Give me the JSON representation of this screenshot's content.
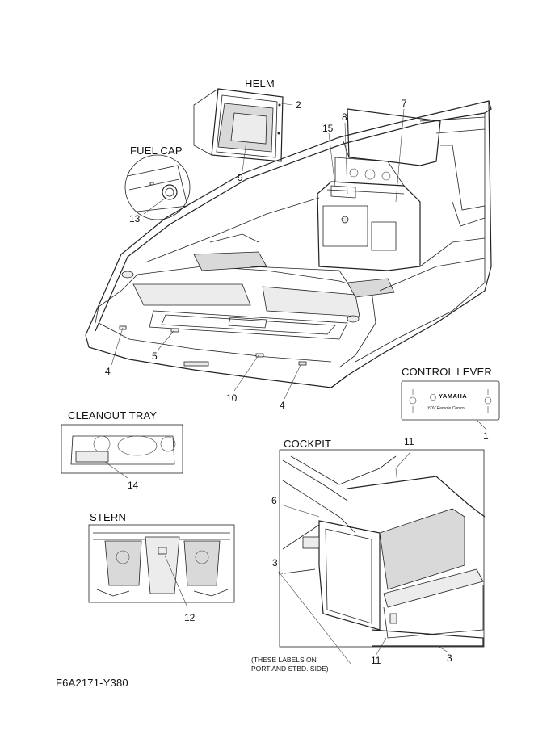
{
  "labels": {
    "helm": "HELM",
    "fuel_cap": "FUEL CAP",
    "control_lever": "CONTROL LEVER",
    "cleanout_tray": "CLEANOUT TRAY",
    "cockpit": "COCKPIT",
    "stern": "STERN",
    "part_code": "F6A2171-Y380",
    "note_line1": "(THESE LABELS ON",
    "note_line2": "PORT AND STBD. SIDE)",
    "lever_brand": "YAMAHA",
    "lever_text": "YDV Remote Control"
  },
  "callouts": {
    "c1": "1",
    "c2": "2",
    "c3a": "3",
    "c3b": "3",
    "c4a": "4",
    "c4b": "4",
    "c5": "5",
    "c6": "6",
    "c7": "7",
    "c8": "8",
    "c9": "9",
    "c10": "10",
    "c11a": "11",
    "c11b": "11",
    "c12": "12",
    "c13": "13",
    "c14": "14",
    "c15": "15"
  }
}
